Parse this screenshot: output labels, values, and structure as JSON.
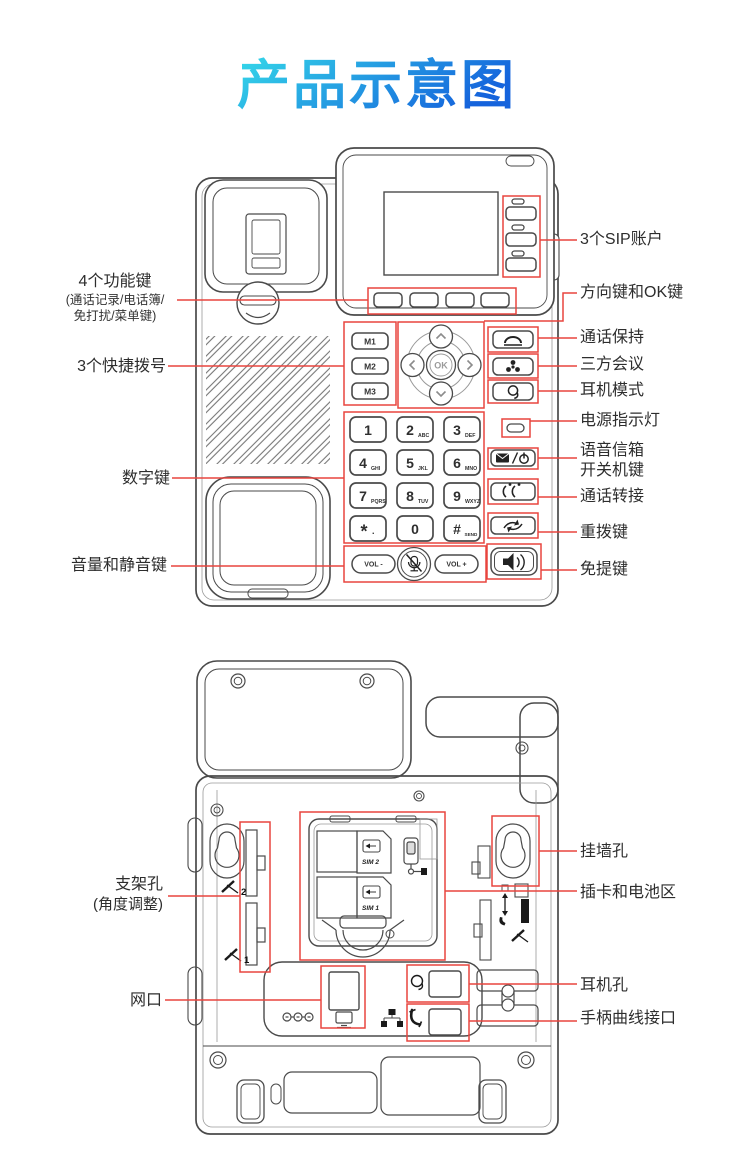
{
  "title": "产品示意图",
  "colors": {
    "callout_red": "#e8453f",
    "line_art": "#4a4a4a",
    "title_gradient_start": "#35d9e9",
    "title_gradient_end": "#1563dc"
  },
  "front_view": {
    "labels_left": [
      {
        "line1": "4个功能键",
        "line2": "(通话记录/电话簿/",
        "line3": "免打扰/菜单键)"
      },
      {
        "line1": "3个快捷拨号"
      },
      {
        "line1": "数字键"
      },
      {
        "line1": "音量和静音键"
      }
    ],
    "labels_right": [
      {
        "line1": "3个SIP账户"
      },
      {
        "line1": "方向键和OK键"
      },
      {
        "line1": "通话保持"
      },
      {
        "line1": "三方会议"
      },
      {
        "line1": "耳机模式"
      },
      {
        "line1": "电源指示灯"
      },
      {
        "line1": "语音信箱",
        "line2": "开关机键"
      },
      {
        "line1": "通话转接"
      },
      {
        "line1": "重拨键"
      },
      {
        "line1": "免提键"
      }
    ],
    "memory_keys": [
      "M1",
      "M2",
      "M3"
    ],
    "ok_key": "OK",
    "digit_keys": [
      {
        "digit": "1",
        "letters": ""
      },
      {
        "digit": "2",
        "letters": "ABC"
      },
      {
        "digit": "3",
        "letters": "DEF"
      },
      {
        "digit": "4",
        "letters": "GHI"
      },
      {
        "digit": "5",
        "letters": "JKL"
      },
      {
        "digit": "6",
        "letters": "MNO"
      },
      {
        "digit": "7",
        "letters": "PQRS"
      },
      {
        "digit": "8",
        "letters": "TUV"
      },
      {
        "digit": "9",
        "letters": "WXYZ"
      },
      {
        "digit": "*",
        "letters": "."
      },
      {
        "digit": "0",
        "letters": ""
      },
      {
        "digit": "#",
        "letters": "SEND"
      }
    ],
    "volume": {
      "minus": "VOL -",
      "plus": "VOL +"
    }
  },
  "back_view": {
    "labels_left": [
      {
        "line1": "支架孔",
        "line2": "(角度调整)"
      },
      {
        "line1": "网口"
      }
    ],
    "labels_right": [
      {
        "line1": "挂墙孔"
      },
      {
        "line1": "插卡和电池区"
      },
      {
        "line1": "耳机孔"
      },
      {
        "line1": "手柄曲线接口"
      }
    ],
    "sim_slots": [
      "SIM 2",
      "SIM 1"
    ],
    "stand_positions": [
      "2",
      "1"
    ]
  },
  "icons": {
    "front": [
      "handset-hold-icon",
      "conference-icon",
      "headset-icon",
      "led-indicator",
      "voicemail-power-icon",
      "call-transfer-icon",
      "redial-icon",
      "speakerphone-icon",
      "mic-mute-icon",
      "nav-up-icon",
      "nav-down-icon",
      "nav-left-icon",
      "nav-right-icon"
    ],
    "back": [
      "keyhole-wall-mount-icon",
      "stand-angle-icon",
      "sim-card-icon",
      "power-connector-icon",
      "monitor-port-icon",
      "lan-icon",
      "headset-jack-icon",
      "handset-jack-icon",
      "updown-arrow-icon",
      "lock-switch-icon"
    ]
  }
}
